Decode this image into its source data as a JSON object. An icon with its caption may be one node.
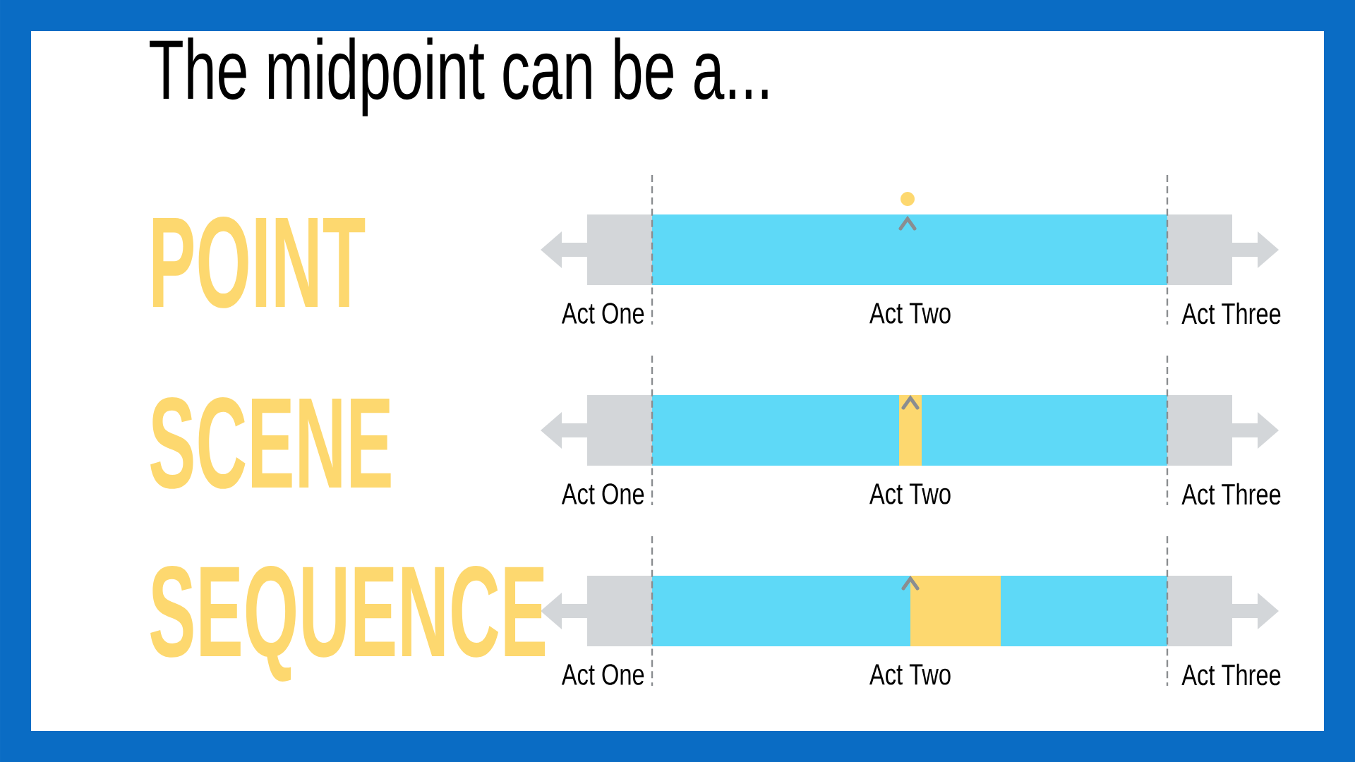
{
  "diagram": {
    "title": "The midpoint can be a...",
    "labels": [
      "POINT",
      "Act One",
      "Act Two",
      "Act Three",
      "SCENE",
      "Act One",
      "Act Two",
      "Act Three",
      "SEQUENCE",
      "Act One",
      "Act Two",
      "Act Three"
    ]
  }
}
